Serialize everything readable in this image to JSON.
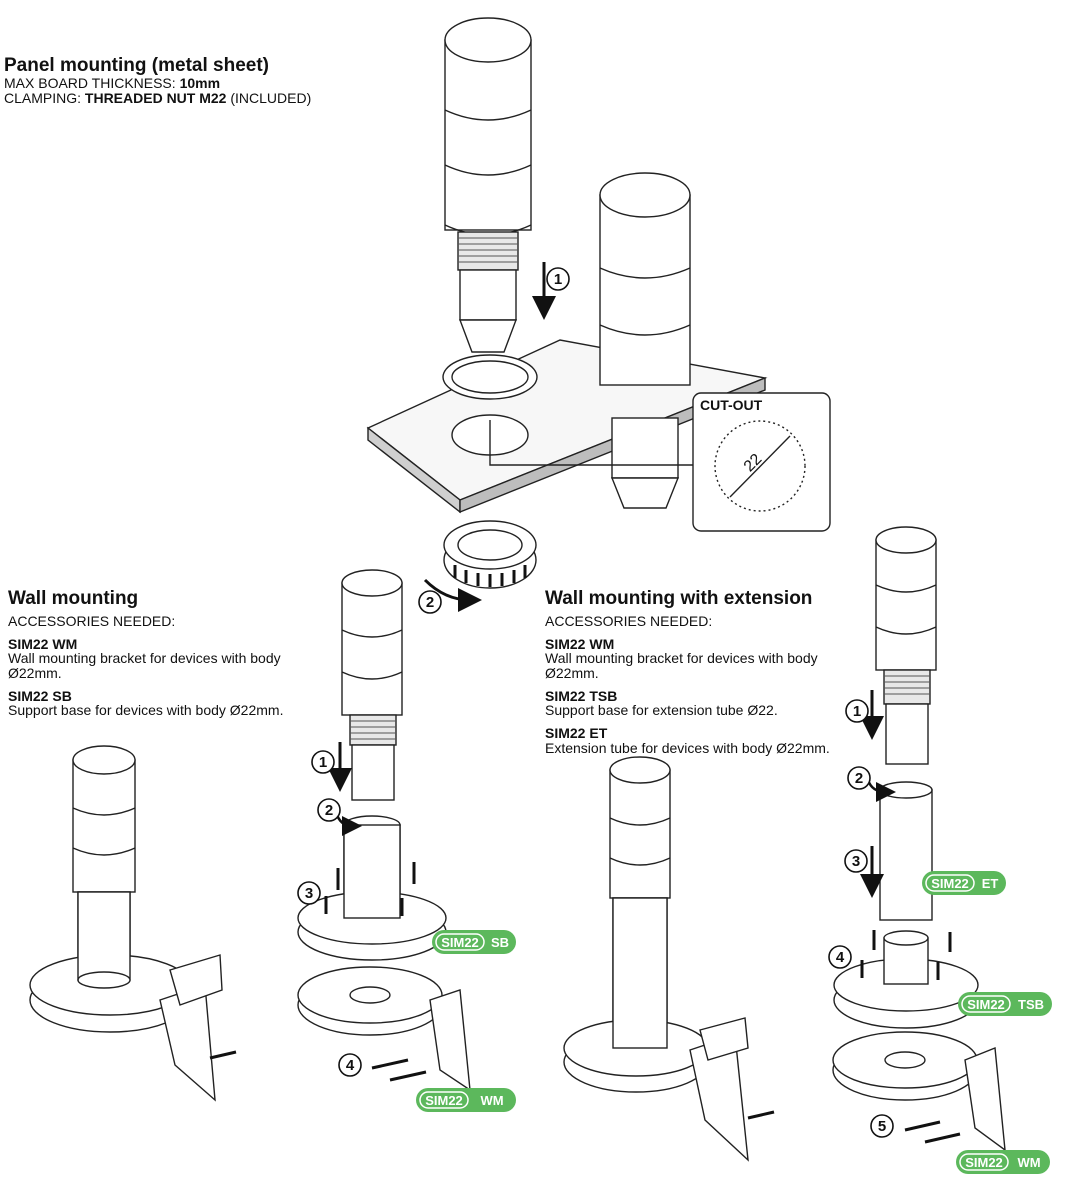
{
  "panel": {
    "title": "Panel mounting (metal sheet)",
    "thickness_label": "MAX BOARD THICKNESS: ",
    "thickness_value": "10mm",
    "clamping_label": "CLAMPING: ",
    "clamping_value": "THREADED NUT M22",
    "clamping_suffix": " (INCLUDED)",
    "cutout_label": "CUT-OUT",
    "cutout_diameter": "22",
    "steps": [
      "1",
      "2"
    ]
  },
  "wall": {
    "title": "Wall mounting",
    "accessories_label": "ACCESSORIES NEEDED:",
    "items": [
      {
        "code": "SIM22 WM",
        "desc": "Wall mounting bracket for devices with body Ø22mm."
      },
      {
        "code": "SIM22 SB",
        "desc": "Support base for devices with body Ø22mm."
      }
    ],
    "steps": [
      "1",
      "2",
      "3",
      "4"
    ],
    "badges": [
      {
        "brand": "SIM22",
        "suffix": "SB"
      },
      {
        "brand": "SIM22",
        "suffix": "WM"
      }
    ]
  },
  "wall_ext": {
    "title": "Wall mounting with extension",
    "accessories_label": "ACCESSORIES NEEDED:",
    "items": [
      {
        "code": "SIM22 WM",
        "desc": "Wall mounting bracket for devices with body Ø22mm."
      },
      {
        "code": "SIM22 TSB",
        "desc": "Support base for extension tube Ø22."
      },
      {
        "code": "SIM22 ET",
        "desc": "Extension tube for devices with body Ø22mm."
      }
    ],
    "steps": [
      "1",
      "2",
      "3",
      "4",
      "5"
    ],
    "badges": [
      {
        "brand": "SIM22",
        "suffix": "ET"
      },
      {
        "brand": "SIM22",
        "suffix": "TSB"
      },
      {
        "brand": "SIM22",
        "suffix": "WM"
      }
    ]
  },
  "colors": {
    "badge_green": "#5cb85c",
    "line": "#222222"
  }
}
